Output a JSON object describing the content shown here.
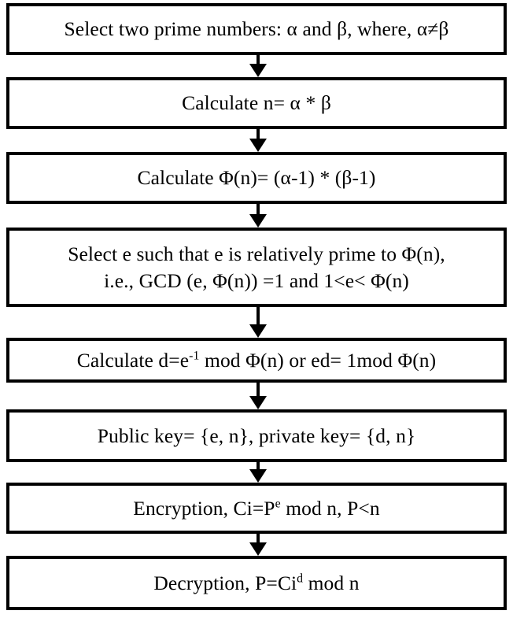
{
  "diagram": {
    "title": "RSA algorithm flowchart",
    "type": "flowchart",
    "orientation": "vertical",
    "node_count": 8,
    "arrow_count": 7,
    "colors": {
      "background": "#ffffff",
      "box_fill": "#ffffff",
      "border": "#000000",
      "text": "#000000",
      "arrow": "#000000"
    },
    "nodes": [
      {
        "id": "node-select-primes",
        "text": "Select two prime numbers: α and β, where, α≠β",
        "lines": 1
      },
      {
        "id": "node-calculate-n",
        "text": "Calculate n= α * β",
        "lines": 1
      },
      {
        "id": "node-calculate-phi",
        "text": "Calculate Φ(n)= (α-1) * (β-1)",
        "lines": 1
      },
      {
        "id": "node-select-e",
        "text": "Select e such that e is relatively prime to Φ(n),\ni.e., GCD (e, Φ(n)) =1 and 1<e< Φ(n)",
        "line1": "Select e such that e is relatively prime to Φ(n),",
        "line2": "i.e., GCD (e, Φ(n)) =1 and 1<e< Φ(n)",
        "lines": 2
      },
      {
        "id": "node-calculate-d",
        "text_before_sup": "Calculate d=e",
        "sup": "-1",
        "text_after_sup": " mod Φ(n) or ed= 1mod Φ(n)",
        "text": "Calculate d=e-1 mod Φ(n) or ed= 1mod Φ(n)",
        "lines": 1
      },
      {
        "id": "node-keys",
        "text": "Public key= {e, n}, private key= {d, n}",
        "lines": 1
      },
      {
        "id": "node-encryption",
        "text_before_sup": "Encryption, Ci=P",
        "sup": "e",
        "text_after_sup": " mod n, P<n",
        "text": "Encryption, Ci=Pe mod n, P<n",
        "lines": 1
      },
      {
        "id": "node-decryption",
        "text_before_sup": "Decryption, P=Ci",
        "sup": "d",
        "text_after_sup": " mod n",
        "text": "Decryption, P=Cid mod n",
        "lines": 1
      }
    ],
    "arrows": [
      {
        "id": "arrow-1",
        "from": "node-select-primes",
        "to": "node-calculate-n",
        "direction": "down"
      },
      {
        "id": "arrow-2",
        "from": "node-calculate-n",
        "to": "node-calculate-phi",
        "direction": "down"
      },
      {
        "id": "arrow-3",
        "from": "node-calculate-phi",
        "to": "node-select-e",
        "direction": "down"
      },
      {
        "id": "arrow-4",
        "from": "node-select-e",
        "to": "node-calculate-d",
        "direction": "down"
      },
      {
        "id": "arrow-5",
        "from": "node-calculate-d",
        "to": "node-keys",
        "direction": "down"
      },
      {
        "id": "arrow-6",
        "from": "node-keys",
        "to": "node-encryption",
        "direction": "down"
      },
      {
        "id": "arrow-7",
        "from": "node-encryption",
        "to": "node-decryption",
        "direction": "down"
      }
    ]
  }
}
